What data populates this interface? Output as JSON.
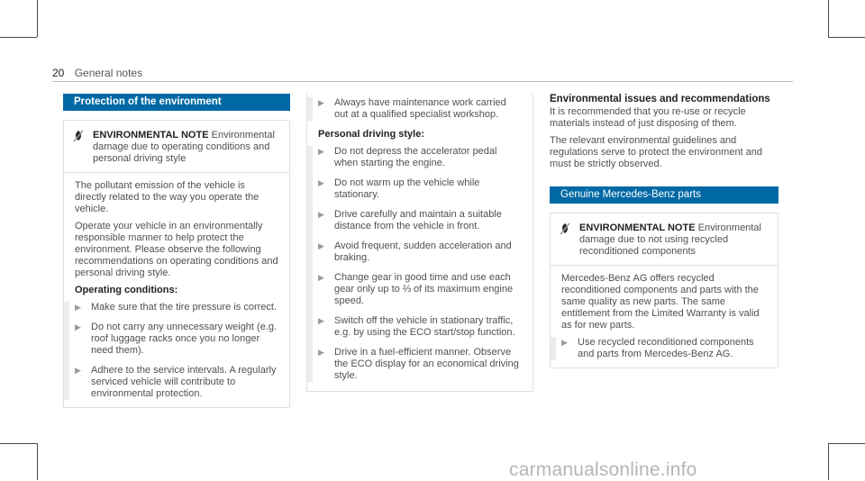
{
  "page": {
    "number": "20",
    "section": "General notes"
  },
  "left": {
    "bar_title": "Protection of the environment",
    "env_title": "ENVIRONMENTAL NOTE",
    "env_text": "Environmental damage due to operating conditions and personal driving style",
    "para1": "The pollutant emission of the vehicle is directly related to the way you operate the vehicle.",
    "para2": "Operate your vehicle in an environmentally responsible manner to help protect the environment. Please observe the following recommendations on operating conditions and personal driving style.",
    "subhead": "Operating conditions:",
    "items": [
      "Make sure that the tire pressure is correct.",
      "Do not carry any unnecessary weight (e.g. roof luggage racks once you no longer need them).",
      "Adhere to the service intervals. A regularly serviced vehicle will contribute to environmental protection."
    ]
  },
  "middle": {
    "items_top": [
      "Always have maintenance work carried out at a qualified specialist workshop."
    ],
    "subhead": "Personal driving style:",
    "items": [
      "Do not depress the accelerator pedal when starting the engine.",
      "Do not warm up the vehicle while stationary.",
      "Drive carefully and maintain a suitable distance from the vehicle in front.",
      "Avoid frequent, sudden acceleration and braking.",
      "Change gear in good time and use each gear only up to ⅔ of its maximum engine speed.",
      "Switch off the vehicle in stationary traffic, e.g. by using the ECO start/stop function.",
      "Drive in a fuel-efficient manner. Observe the ECO display for an economical driving style."
    ]
  },
  "right": {
    "head": "Environmental issues and recommendations",
    "para1": "It is recommended that you re-use or recycle materials instead of just disposing of them.",
    "para2": "The relevant environmental guidelines and regulations serve to protect the environment and must be strictly observed.",
    "bar_title": "Genuine Mercedes-Benz parts",
    "env_title": "ENVIRONMENTAL NOTE",
    "env_text": "Environmental damage due to not using recycled reconditioned components",
    "para3": "Mercedes-Benz AG offers recycled reconditioned components and parts with the same quality as new parts. The same entitlement from the Limited Warranty is valid as for new parts.",
    "items": [
      "Use recycled reconditioned components and parts from Mercedes-Benz AG."
    ]
  },
  "watermark": "carmanualsonline.info",
  "icons": {
    "env": "leaf-slash-icon",
    "bullet": "triangle-right-icon"
  },
  "colors": {
    "accent": "#0069a5"
  }
}
